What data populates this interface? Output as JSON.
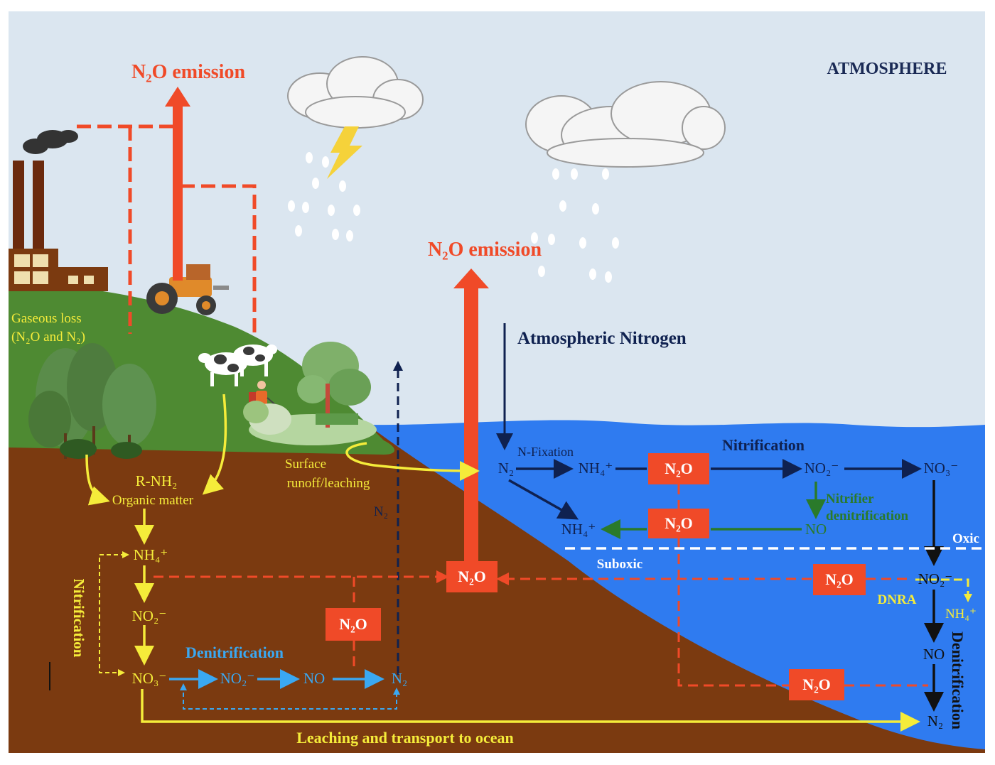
{
  "labels": {
    "atmosphere": "ATMOSPHERE",
    "n2o_emission_left": "N₂O emission",
    "n2o_emission_center": "N₂O emission",
    "atmospheric_nitrogen": "Atmospheric Nitrogen",
    "gaseous_loss_1": "Gaseous loss",
    "gaseous_loss_2": "(N₂O and N₂)",
    "surface_runoff_1": "Surface",
    "surface_runoff_2": "runoff/leaching",
    "r_nh2": "R-NH₂",
    "organic_matter": "Organic matter",
    "nitrification_soil": "Nitrification",
    "denitrification_soil": "Denitrification",
    "leaching": "Leaching and transport to ocean",
    "n_fixation": "N-Fixation",
    "nitrification_ocean": "Nitrification",
    "nitrifier_1": "Nitrifier",
    "nitrifier_2": "denitrification",
    "oxic": "Oxic",
    "suboxic": "Suboxic",
    "dnra": "DNRA",
    "denitrification_ocean": "Denitrification",
    "n2_dashed": "N₂"
  },
  "species": {
    "soil_nh4": "NH₄⁺",
    "soil_no2": "NO₂⁻",
    "soil_no3": "NO₃⁻",
    "soil_den_no2": "NO₂⁻",
    "soil_den_no": "NO",
    "soil_den_n2": "N₂",
    "ocean_n2": "N₂",
    "ocean_nh4_top": "NH₄⁺",
    "ocean_no2_top": "NO₂⁻",
    "ocean_no3_top": "NO₃⁻",
    "ocean_nh4_mid": "NH₄⁺",
    "ocean_no_mid": "NO",
    "ocean_no2_right": "NO₂⁻",
    "ocean_nh4_dnra": "NH₄⁺",
    "ocean_no_right": "NO",
    "ocean_n2_bottom": "N₂"
  },
  "n2o_boxes": {
    "soil": "N₂O",
    "center": "N₂O",
    "ocean_top": "N₂O",
    "ocean_mid": "N₂O",
    "ocean_right": "N₂O",
    "ocean_bottom": "N₂O"
  },
  "colors": {
    "sky": "#dbe6f0",
    "grass": "#4e8a32",
    "soil": "#7b3a10",
    "ocean": "#2f7bf0",
    "n2o_red": "#f04a28",
    "yellow": "#f5ec3a",
    "navy": "#0f2150",
    "cyan": "#3aa8f2",
    "green": "#2a7a2a"
  }
}
